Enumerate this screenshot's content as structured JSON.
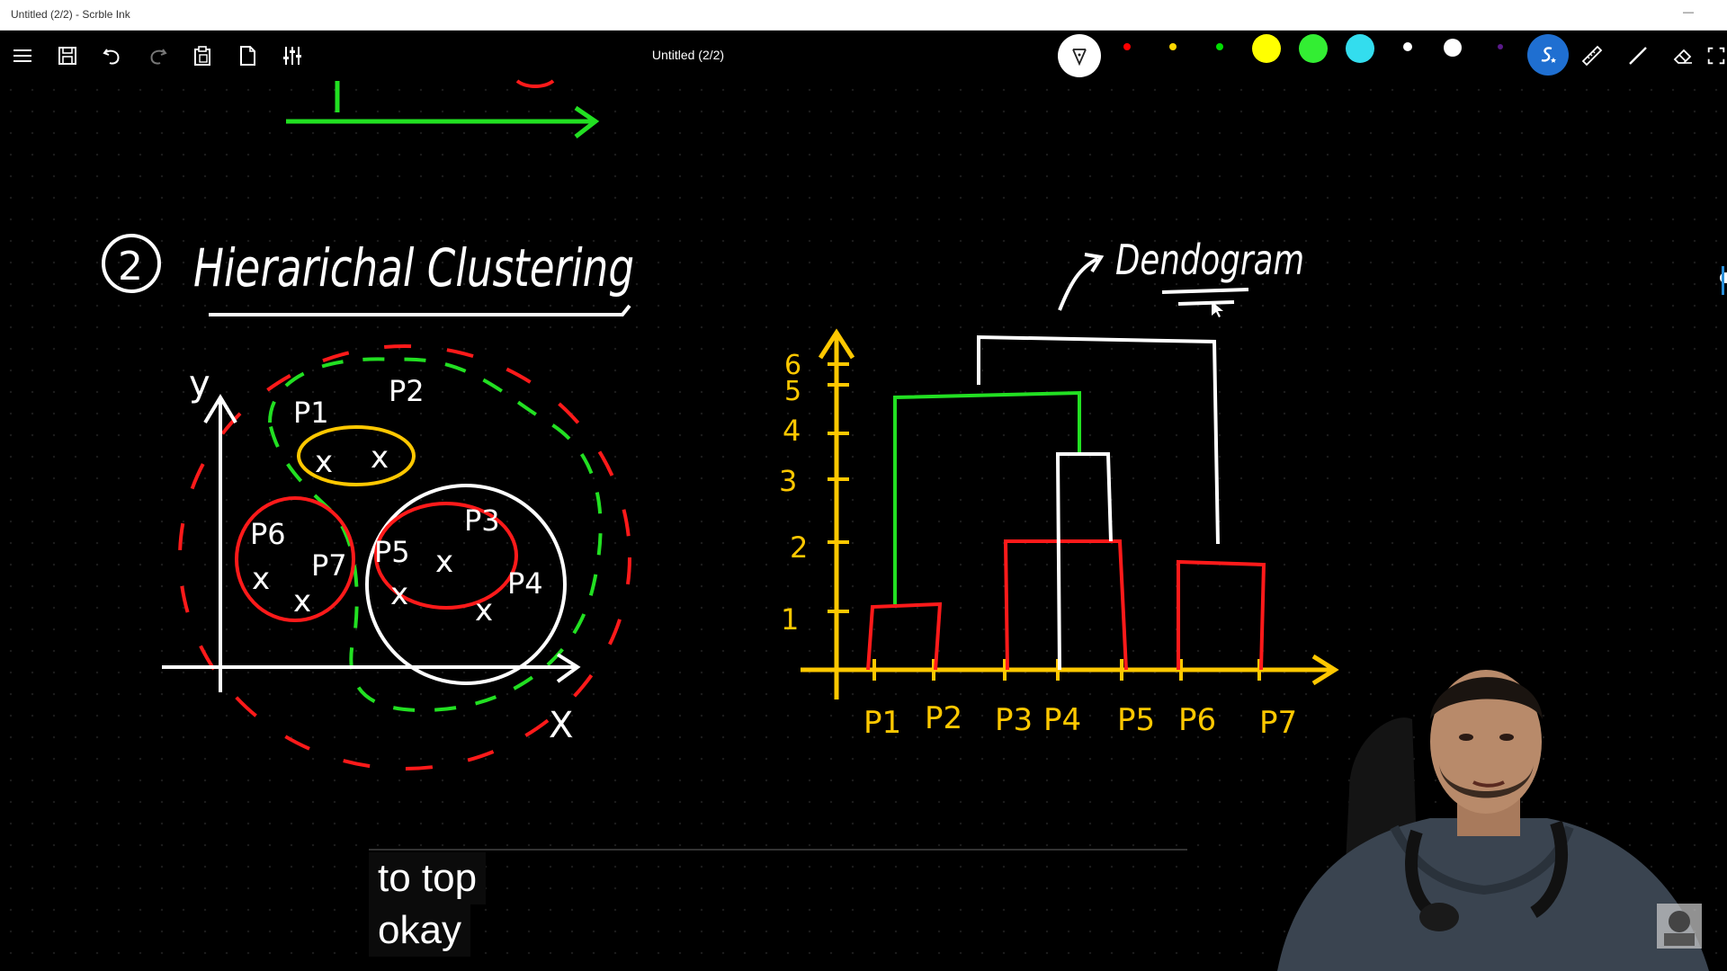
{
  "window": {
    "title": "Untitled (2/2) - Scrble Ink",
    "minimize_label": "—"
  },
  "toolbar": {
    "doc_title": "Untitled (2/2)",
    "tools": [
      {
        "name": "menu-icon"
      },
      {
        "name": "save-icon"
      },
      {
        "name": "undo-icon"
      },
      {
        "name": "redo-icon"
      },
      {
        "name": "clipboard-icon"
      },
      {
        "name": "new-page-icon"
      },
      {
        "name": "settings-sliders-icon"
      }
    ],
    "palette": {
      "pen_colors": [
        "#ff0000",
        "#ffd700",
        "#00dd00",
        "#ffff00",
        "#33ee33",
        "#33ddee",
        "#ffffff",
        "#ffffff",
        "#5a1a8a"
      ],
      "active_tool": "ink-pen"
    },
    "right_tools": [
      "ink-select-icon",
      "ruler-icon",
      "line-icon",
      "eraser-icon",
      "fullscreen-icon"
    ]
  },
  "whiteboard": {
    "number_label": "2",
    "heading": "Hierarichal Clustering",
    "annotation": "Dendogram",
    "left_diagram": {
      "y_axis": "y",
      "x_axis": "X",
      "points": [
        "P1",
        "P2",
        "P3",
        "P4",
        "P5",
        "P6",
        "P7"
      ]
    },
    "dendrogram": {
      "y_ticks": [
        "1",
        "2",
        "3",
        "4",
        "5",
        "6"
      ],
      "x_labels": [
        "P1",
        "P2",
        "P3",
        "P4",
        "P5",
        "P6",
        "P7"
      ]
    }
  },
  "caption": {
    "line1": "to top",
    "line2": "okay"
  },
  "colors": {
    "red": "#ff1a1a",
    "green": "#22e022",
    "yellow": "#ffc800",
    "white": "#ffffff"
  }
}
